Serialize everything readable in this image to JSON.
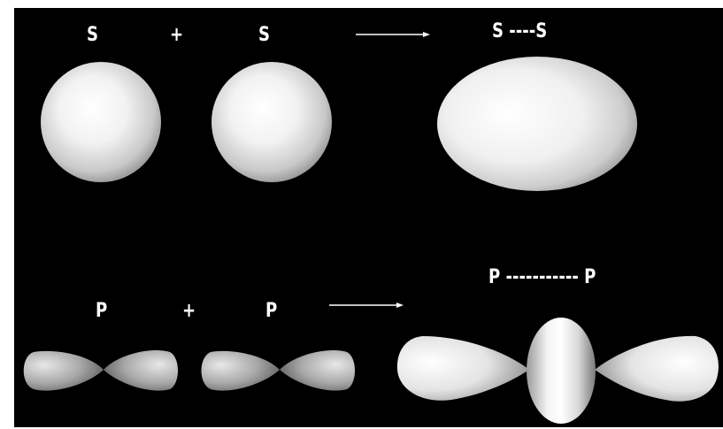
{
  "row_s": {
    "left_label": "S",
    "operator": "+",
    "right_label": "S",
    "result_label": "S ----S"
  },
  "row_p": {
    "left_label": "P",
    "operator": "+",
    "right_label": "P",
    "result_label": "P ----------- P"
  },
  "colors": {
    "background": "#000000",
    "orbital_highlight": "#ffffff",
    "orbital_shadow": "#8a8a8a",
    "text": "#ffffff"
  }
}
